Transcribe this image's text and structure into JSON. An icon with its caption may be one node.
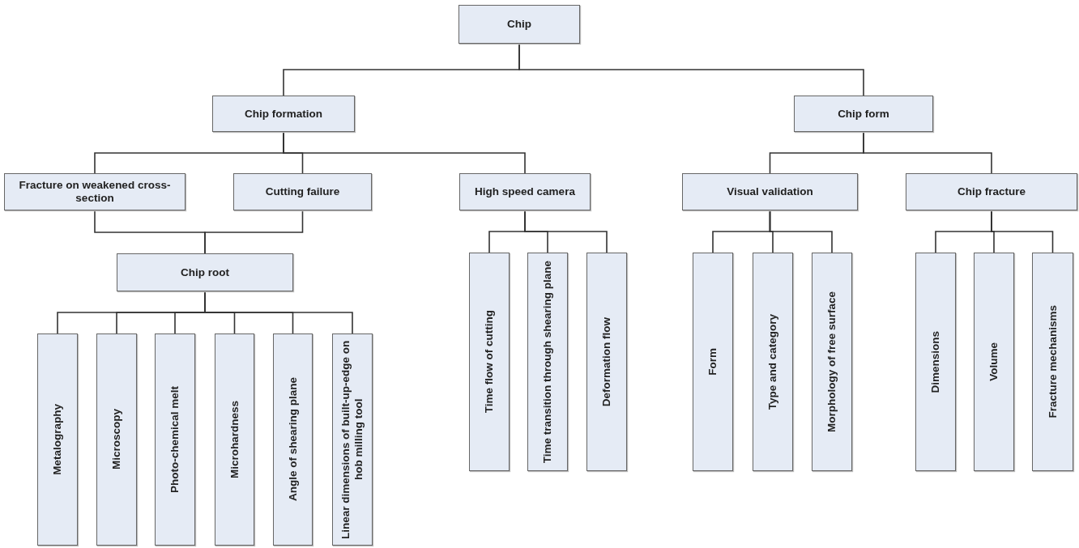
{
  "diagram": {
    "nodes": [
      {
        "text": [
          "Chip"
        ]
      },
      {
        "text": [
          "Chip formation"
        ]
      },
      {
        "text": [
          "Chip form"
        ]
      },
      {
        "text": [
          "Fracture on weakened cross-section"
        ]
      },
      {
        "text": [
          "Cutting failure"
        ]
      },
      {
        "text": [
          "High speed camera"
        ]
      },
      {
        "text": [
          "Visual validation"
        ]
      },
      {
        "text": [
          "Chip fracture"
        ]
      },
      {
        "text": [
          "Chip root"
        ]
      },
      {
        "text": [
          "Metalography"
        ]
      },
      {
        "text": [
          "Microscopy"
        ]
      },
      {
        "text": [
          "Photo-chemical melt"
        ]
      },
      {
        "text": [
          "Microhardness"
        ]
      },
      {
        "text": [
          "Angle of shearing plane"
        ]
      },
      {
        "text": [
          "Linear dimensions of built-up-edge on hob milling tool"
        ]
      },
      {
        "text": [
          "Time flow of cutting"
        ]
      },
      {
        "text": [
          "Time transition through shearing plane"
        ]
      },
      {
        "text": [
          "Deformation flow"
        ]
      },
      {
        "text": [
          "Form"
        ]
      },
      {
        "text": [
          "Type and category"
        ]
      },
      {
        "text": [
          "Morphology of free surface"
        ]
      },
      {
        "text": [
          "Dimensions"
        ]
      },
      {
        "text": [
          "Volume"
        ]
      },
      {
        "text": [
          "Fracture mechanisms"
        ]
      }
    ],
    "edges": [
      {
        "from": 0,
        "to": 1,
        "arrow": "none"
      },
      {
        "from": 0,
        "to": 2,
        "arrow": "none"
      },
      {
        "from": 1,
        "to": 3,
        "arrow": "none"
      },
      {
        "from": 1,
        "to": 4,
        "arrow": "none"
      },
      {
        "from": 1,
        "to": 5,
        "arrow": "none"
      },
      {
        "from": 2,
        "to": 6,
        "arrow": "none"
      },
      {
        "from": 2,
        "to": 7,
        "arrow": "none"
      },
      {
        "from": 3,
        "to": 8,
        "arrow": "none"
      },
      {
        "from": 4,
        "to": 8,
        "arrow": "none"
      },
      {
        "from": 8,
        "to": 9,
        "arrow": "none"
      },
      {
        "from": 8,
        "to": 10,
        "arrow": "none"
      },
      {
        "from": 8,
        "to": 11,
        "arrow": "none"
      },
      {
        "from": 8,
        "to": 12,
        "arrow": "none"
      },
      {
        "from": 8,
        "to": 13,
        "arrow": "none"
      },
      {
        "from": 8,
        "to": 14,
        "arrow": "none"
      },
      {
        "from": 5,
        "to": 15,
        "arrow": "none"
      },
      {
        "from": 5,
        "to": 16,
        "arrow": "none"
      },
      {
        "from": 5,
        "to": 17,
        "arrow": "none"
      },
      {
        "from": 6,
        "to": 18,
        "arrow": "none"
      },
      {
        "from": 6,
        "to": 19,
        "arrow": "none"
      },
      {
        "from": 6,
        "to": 20,
        "arrow": "none"
      },
      {
        "from": 7,
        "to": 21,
        "arrow": "none"
      },
      {
        "from": 7,
        "to": 22,
        "arrow": "none"
      },
      {
        "from": 7,
        "to": 23,
        "arrow": "none"
      }
    ]
  }
}
